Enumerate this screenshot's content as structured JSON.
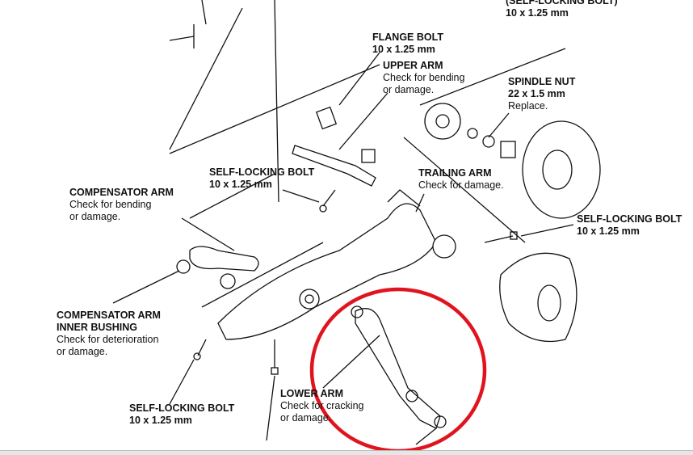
{
  "labels": {
    "top_bolt": {
      "title": "(SELF-LOCKING BOLT)",
      "spec": "10 x 1.25 mm"
    },
    "flange_bolt": {
      "title": "FLANGE BOLT",
      "spec": "10 x 1.25 mm"
    },
    "upper_arm": {
      "title": "UPPER ARM",
      "line1": "Check for bending",
      "line2": "or damage."
    },
    "spindle_nut": {
      "title": "SPINDLE NUT",
      "spec": "22 x 1.5 mm",
      "note": "Replace."
    },
    "mid_bolt": {
      "title": "SELF-LOCKING BOLT",
      "spec": "10 x 1.25 mm"
    },
    "trailing_arm": {
      "title": "TRAILING ARM",
      "line1": "Check for damage."
    },
    "compensator_arm": {
      "title": "COMPENSATOR ARM",
      "line1": "Check for bending",
      "line2": "or damage."
    },
    "right_bolt": {
      "title": "SELF-LOCKING BOLT",
      "spec": "10 x 1.25 mm"
    },
    "comp_bushing": {
      "title1": "COMPENSATOR ARM",
      "title2": "INNER BUSHING",
      "line1": "Check for deterioration",
      "line2": "or damage."
    },
    "lower_arm": {
      "title": "LOWER ARM",
      "line1": "Check for cracking",
      "line2": "or damage."
    },
    "bottom_bolt": {
      "title": "SELF-LOCKING BOLT",
      "spec": "10 x 1.25 mm"
    }
  },
  "colors": {
    "highlight": "#e0141e",
    "ink": "#111111"
  }
}
